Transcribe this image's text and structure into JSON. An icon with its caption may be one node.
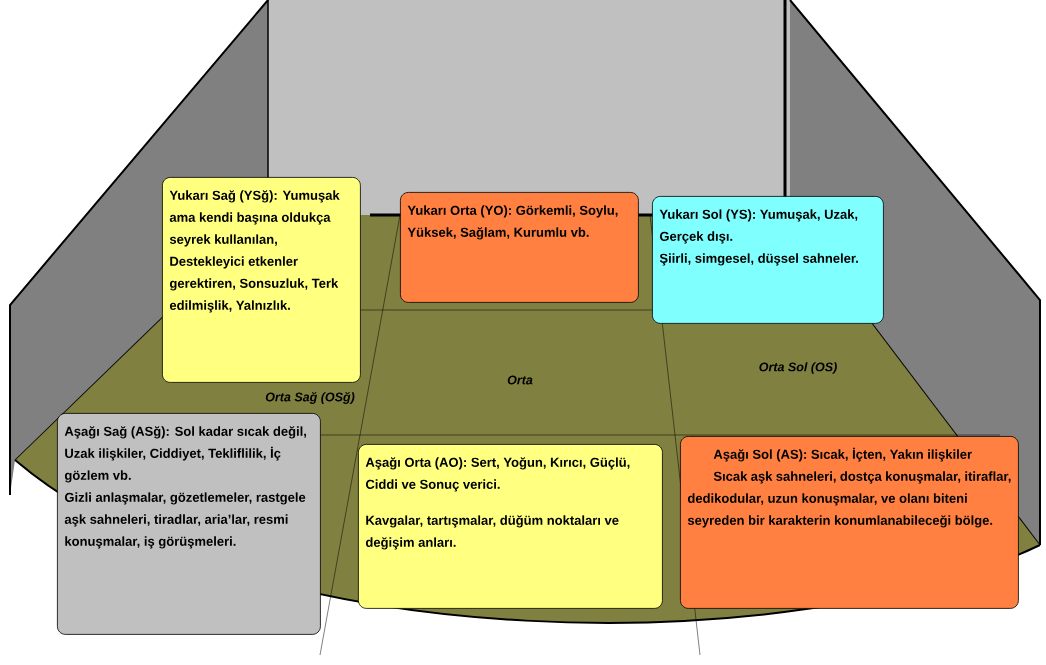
{
  "diagram": {
    "nodes": [
      {
        "text": [
          "Yukarı Sağ (YSğ): Yumuşak ama kendi başına oldukça seyrek kullanılan, Destekleyici etkenler gerektiren, Sonsuzluk, Terk edilmişlik, Yalnızlık."
        ]
      },
      {
        "text": [
          "Yukarı Orta (YO): Görkemli, Soylu, Yüksek, Sağlam, Kurumlu vb."
        ]
      },
      {
        "text": [
          "Yukarı Sol (YS): Yumuşak, Uzak, Gerçek dışı.",
          "Şiirli, simgesel, düşsel sahneler."
        ]
      },
      {
        "text": [
          "Aşağı Sağ (ASğ): Sol kadar sıcak değil, Uzak ilişkiler, Ciddiyet, Tekliflilik, İç gözlem vb.",
          "Gizli anlaşmalar, gözetlemeler, rastgele aşk sahneleri, tiradlar, aria’lar, resmi konuşmalar, iş görüşmeleri."
        ]
      },
      {
        "text": [
          "Aşağı Orta (AO): Sert, Yoğun, Kırıcı, Güçlü, Ciddi ve Sonuç verici.",
          "Kavgalar, tartışmalar, düğüm noktaları ve değişim anları."
        ]
      },
      {
        "text": [
          "Aşağı Sol (AS): Sıcak, İçten, Yakın ilişkiler",
          "Sıcak aşk sahneleri, dostça konuşmalar, itiraflar, dedikodular, uzun konuşmalar, ve olanı biteni seyreden bir karakterin konumlanabileceği bölge."
        ]
      }
    ],
    "labels": [
      "Orta Sağ (OSğ)",
      "Orta",
      "Orta Sol (OS)"
    ]
  }
}
